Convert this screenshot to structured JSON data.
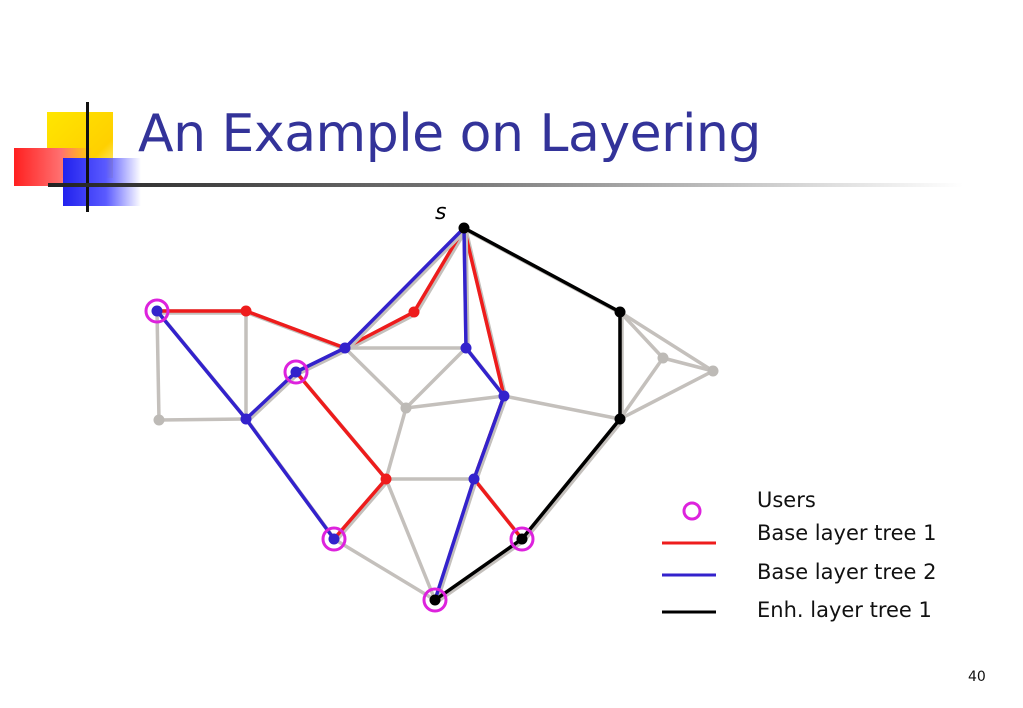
{
  "slide": {
    "title": "An Example on Layering",
    "page_number": "40"
  },
  "diagram": {
    "source_label": "s",
    "colors": {
      "graph_edge": "#c4c0bc",
      "graph_node": "#bdbab6",
      "base_tree_1": "#ee1c1c",
      "base_tree_2": "#3322cc",
      "enh_tree_1": "#000000",
      "user_ring": "#dd22dd"
    },
    "nodes": [
      {
        "id": "s",
        "kind": "black"
      },
      {
        "id": "r1",
        "kind": "red"
      },
      {
        "id": "b1",
        "kind": "blue"
      },
      {
        "id": "b2",
        "kind": "blue"
      },
      {
        "id": "r2",
        "kind": "red"
      },
      {
        "id": "b3",
        "kind": "blue"
      },
      {
        "id": "b4",
        "kind": "blue"
      },
      {
        "id": "r3",
        "kind": "red"
      },
      {
        "id": "b5",
        "kind": "blue"
      },
      {
        "id": "g1",
        "kind": "gray"
      },
      {
        "id": "b6",
        "kind": "blue"
      },
      {
        "id": "b7",
        "kind": "blue"
      },
      {
        "id": "k1",
        "kind": "black"
      },
      {
        "id": "k2",
        "kind": "black"
      },
      {
        "id": "g2",
        "kind": "gray"
      },
      {
        "id": "g3",
        "kind": "gray"
      },
      {
        "id": "g4",
        "kind": "gray"
      },
      {
        "id": "b8",
        "kind": "blue"
      },
      {
        "id": "k3",
        "kind": "black"
      },
      {
        "id": "k4",
        "kind": "black"
      }
    ],
    "users": [
      "b5",
      "b3",
      "b8",
      "k3",
      "k4"
    ],
    "edges": [
      [
        "b5",
        "r3"
      ],
      [
        "r3",
        "g2"
      ],
      [
        "r3",
        "b6"
      ],
      [
        "r3",
        "r1"
      ],
      [
        "b6",
        "b3"
      ],
      [
        "b6",
        "b2"
      ],
      [
        "g2",
        "b6"
      ],
      [
        "b2",
        "r1"
      ],
      [
        "b2",
        "b1"
      ],
      [
        "b2",
        "g1"
      ],
      [
        "b1",
        "g1"
      ],
      [
        "b1",
        "b4"
      ],
      [
        "b4",
        "g1"
      ],
      [
        "g1",
        "r2"
      ],
      [
        "r2",
        "b7"
      ],
      [
        "b7",
        "b4"
      ],
      [
        "b8",
        "r2"
      ],
      [
        "k4",
        "b7"
      ],
      [
        "k4",
        "b8"
      ],
      [
        "k3",
        "b8"
      ],
      [
        "b8",
        "b4"
      ],
      [
        "b4",
        "k2"
      ],
      [
        "k1",
        "k2"
      ],
      [
        "k1",
        "g3"
      ],
      [
        "k1",
        "g4"
      ],
      [
        "g3",
        "g4"
      ],
      [
        "k2",
        "g3"
      ],
      [
        "k2",
        "g4"
      ],
      [
        "s",
        "r1"
      ],
      [
        "s",
        "b1"
      ],
      [
        "s",
        "b2"
      ],
      [
        "s",
        "b4"
      ],
      [
        "s",
        "k1"
      ],
      [
        "b3",
        "b2"
      ],
      [
        "b3",
        "r2"
      ],
      [
        "k4",
        "k2"
      ]
    ],
    "tree_base_1": [
      [
        "s",
        "r1"
      ],
      [
        "r1",
        "b2"
      ],
      [
        "b2",
        "r3"
      ],
      [
        "r3",
        "b5"
      ],
      [
        "b2",
        "b3"
      ],
      [
        "b3",
        "r2"
      ],
      [
        "r2",
        "b8"
      ],
      [
        "s",
        "b4"
      ],
      [
        "b4",
        "b7"
      ],
      [
        "b7",
        "k4"
      ]
    ],
    "tree_base_2": [
      [
        "s",
        "b2"
      ],
      [
        "b2",
        "b6"
      ],
      [
        "b6",
        "b3"
      ],
      [
        "b6",
        "b5"
      ],
      [
        "s",
        "b1"
      ],
      [
        "b1",
        "b4"
      ],
      [
        "b4",
        "b8"
      ],
      [
        "b8",
        "k3"
      ]
    ],
    "tree_enh_1": [
      [
        "s",
        "k1"
      ],
      [
        "k1",
        "k2"
      ],
      [
        "k2",
        "k4"
      ],
      [
        "k4",
        "k3"
      ]
    ]
  },
  "legend": {
    "items": [
      {
        "label": "Users",
        "symbol": "circle",
        "color": "#dd22dd"
      },
      {
        "label": "Base layer tree 1",
        "symbol": "line",
        "color": "#ee1c1c"
      },
      {
        "label": "Base layer tree 2",
        "symbol": "line",
        "color": "#3322cc"
      },
      {
        "label": "Enh. layer tree 1",
        "symbol": "line",
        "color": "#000000"
      }
    ]
  }
}
